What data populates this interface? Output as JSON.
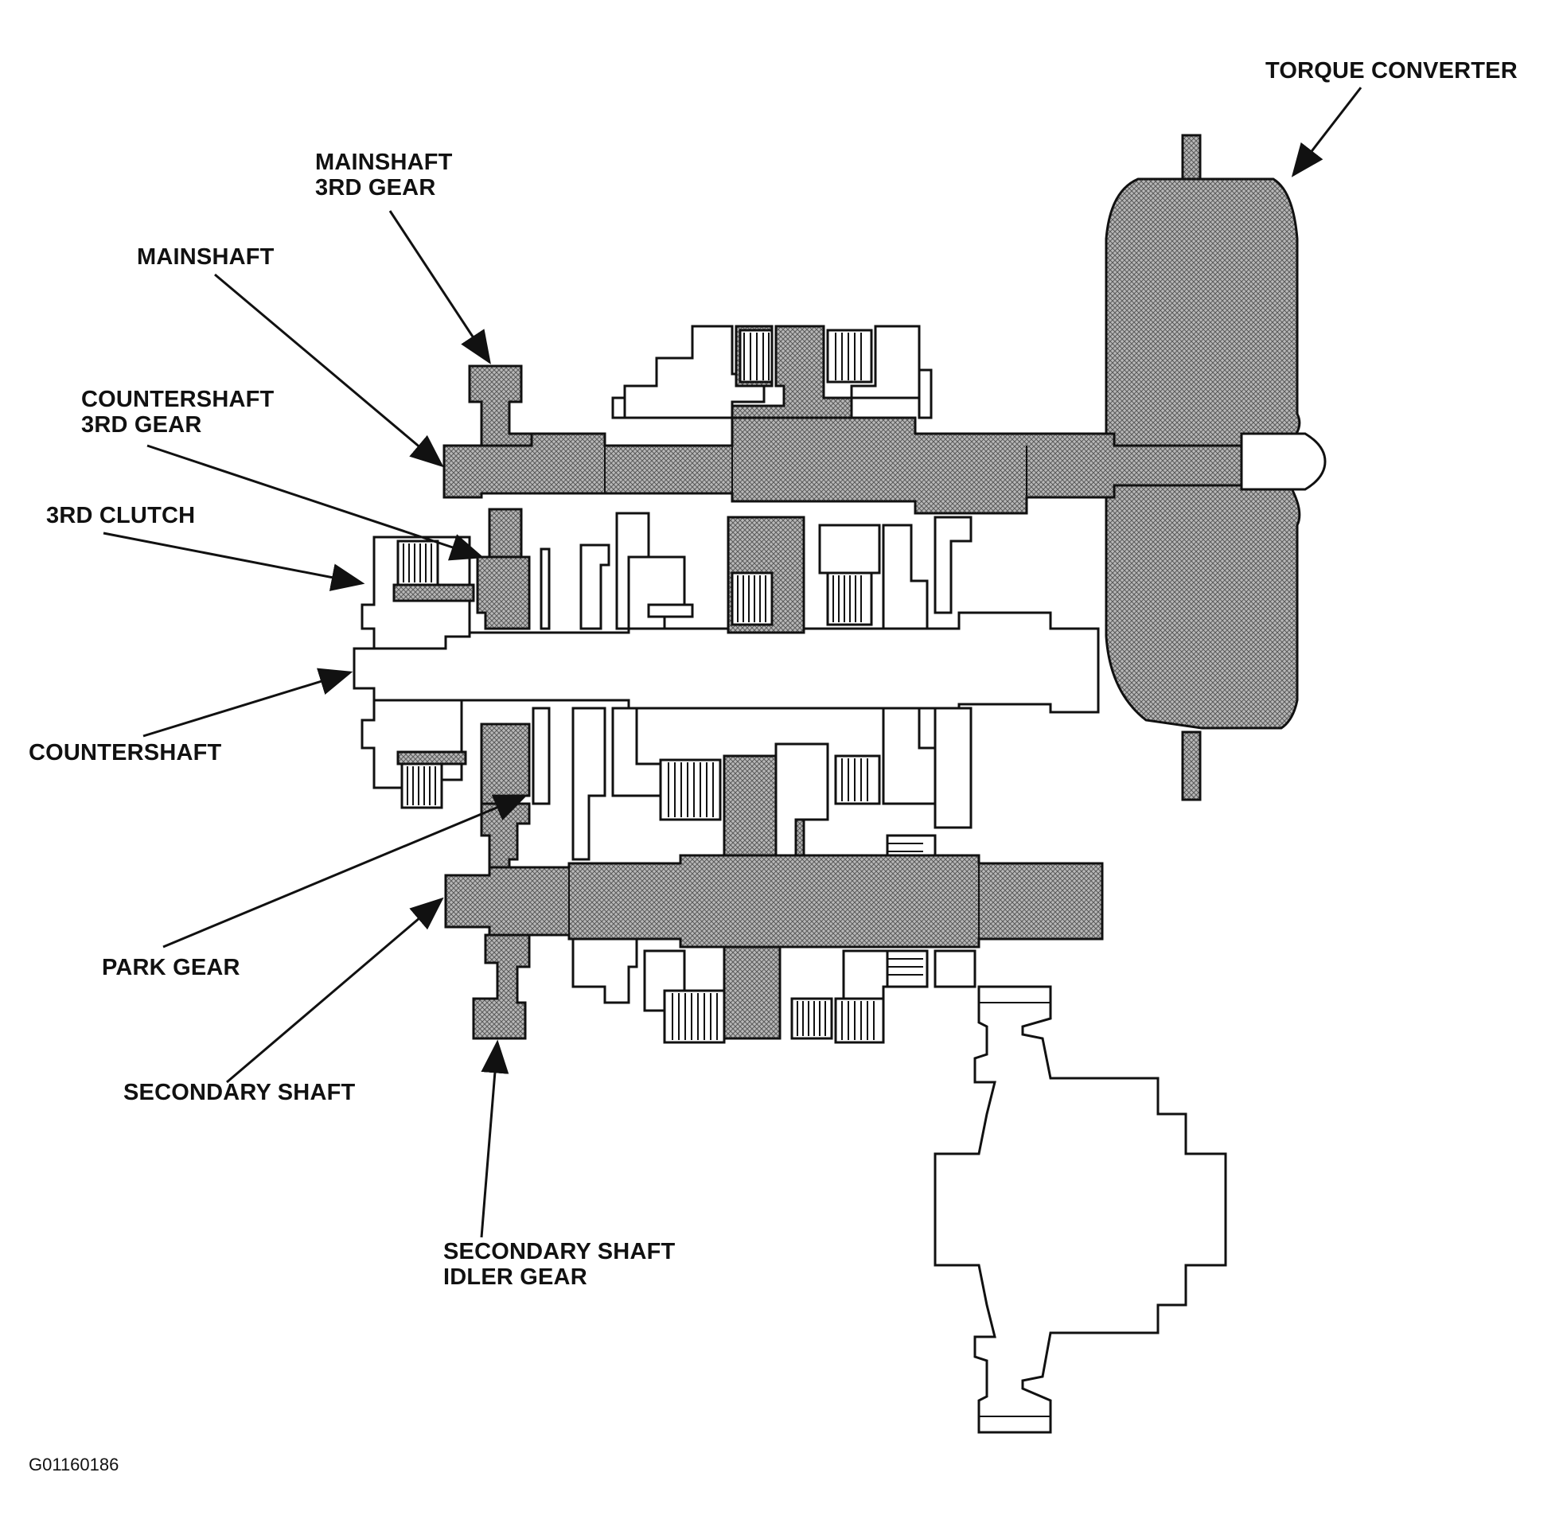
{
  "diagram": {
    "figure_code": "G01160186",
    "callouts": [
      {
        "id": "torque-converter",
        "lines": [
          "TORQUE CONVERTER"
        ]
      },
      {
        "id": "mainshaft-3rd-gear",
        "lines": [
          "MAINSHAFT",
          "3RD GEAR"
        ]
      },
      {
        "id": "mainshaft",
        "lines": [
          "MAINSHAFT"
        ]
      },
      {
        "id": "countershaft-3rd-gear",
        "lines": [
          "COUNTERSHAFT",
          "3RD GEAR"
        ]
      },
      {
        "id": "3rd-clutch",
        "lines": [
          "3RD CLUTCH"
        ]
      },
      {
        "id": "countershaft",
        "lines": [
          "COUNTERSHAFT"
        ]
      },
      {
        "id": "park-gear",
        "lines": [
          "PARK GEAR"
        ]
      },
      {
        "id": "secondary-shaft",
        "lines": [
          "SECONDARY SHAFT"
        ]
      },
      {
        "id": "secondary-shaft-idler-gear",
        "lines": [
          "SECONDARY SHAFT",
          "IDLER GEAR"
        ]
      }
    ]
  },
  "colors": {
    "ink": "#111111",
    "hatch_fill": "#9a9a9a",
    "background": "#ffffff"
  }
}
